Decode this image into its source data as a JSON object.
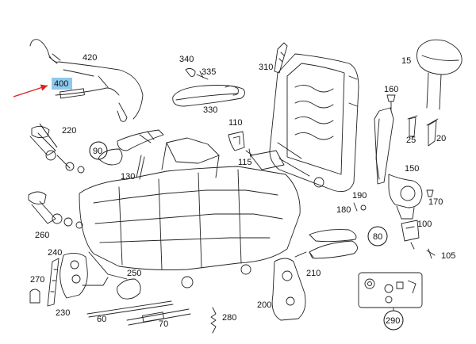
{
  "diagram": {
    "highlighted_part": "400",
    "labels": {
      "p420": "420",
      "p400": "400",
      "p340": "340",
      "p335": "335",
      "p330": "330",
      "p310": "310",
      "p15": "15",
      "p160": "160",
      "p25": "25",
      "p20": "20",
      "p220": "220",
      "p90": "90",
      "p110": "110",
      "p115": "115",
      "p130": "130",
      "p150": "150",
      "p190": "190",
      "p180": "180",
      "p170": "170",
      "p260": "260",
      "p80": "80",
      "p100": "100",
      "p240": "240",
      "p105": "105",
      "p270": "270",
      "p250": "250",
      "p210": "210",
      "p230": "230",
      "p60": "60",
      "p70": "70",
      "p280": "280",
      "p200": "200",
      "p290": "290"
    }
  }
}
